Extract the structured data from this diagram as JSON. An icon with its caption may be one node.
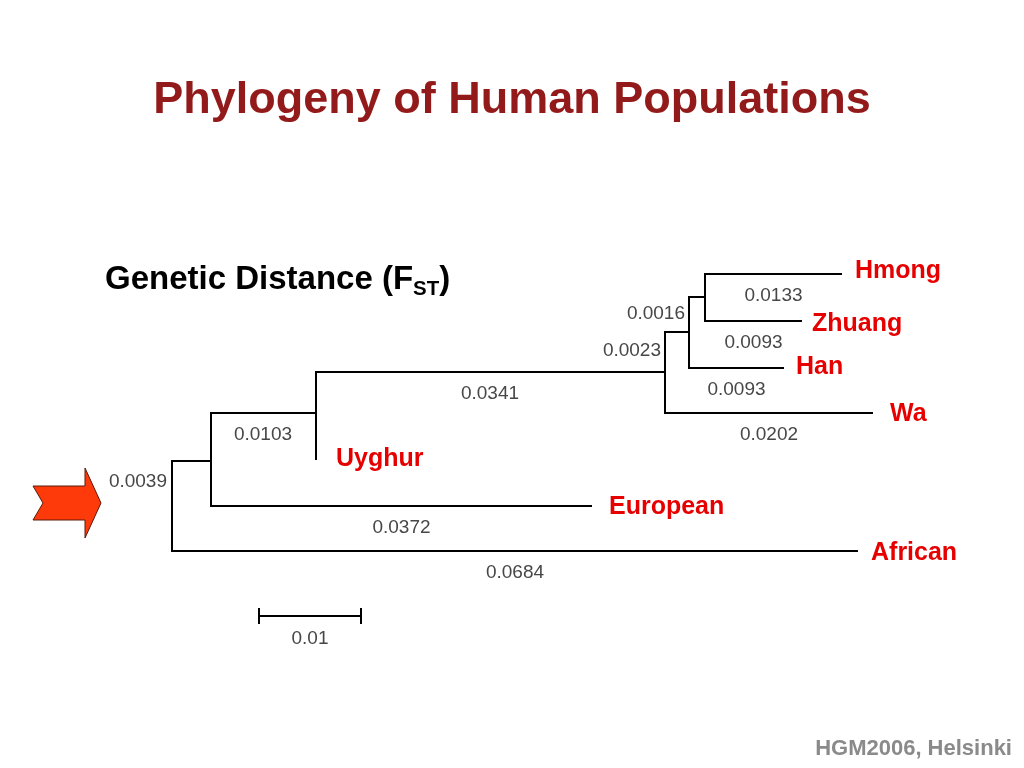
{
  "diagram": {
    "title": "Phylogeny of Human Populations",
    "nodes": [
      {
        "text": [
          "Hmong"
        ]
      },
      {
        "text": [
          "Zhuang"
        ]
      },
      {
        "text": [
          "Han"
        ]
      },
      {
        "text": [
          "Wa"
        ]
      },
      {
        "text": [
          "Uyghur"
        ]
      },
      {
        "text": [
          "European"
        ]
      },
      {
        "text": [
          "African"
        ]
      },
      {
        "text": [],
        "shape": "bar"
      },
      {
        "text": [],
        "shape": "bar"
      },
      {
        "text": [],
        "shape": "bar"
      },
      {
        "text": [],
        "shape": "bar"
      },
      {
        "text": [],
        "shape": "bar"
      },
      {
        "text": [],
        "shape": "bar"
      }
    ],
    "edges": [
      {
        "from": 7,
        "to": 0,
        "arrow": "none",
        "label": "0.0133"
      },
      {
        "from": 8,
        "to": 7,
        "arrow": "none",
        "label": "0.0016"
      },
      {
        "from": 7,
        "to": 1,
        "arrow": "none",
        "label": "0.0093"
      },
      {
        "from": 9,
        "to": 8,
        "arrow": "none",
        "label": "0.0023"
      },
      {
        "from": 8,
        "to": 2,
        "arrow": "none",
        "label": "0.0093"
      },
      {
        "from": 10,
        "to": 9,
        "arrow": "none",
        "label": "0.0341"
      },
      {
        "from": 9,
        "to": 3,
        "arrow": "none",
        "label": "0.0202"
      },
      {
        "from": 11,
        "to": 10,
        "arrow": "none",
        "label": "0.0103"
      },
      {
        "from": 10,
        "to": 4,
        "arrow": "none"
      },
      {
        "from": 12,
        "to": 11,
        "arrow": "none",
        "label": "0.0039"
      },
      {
        "from": 11,
        "to": 5,
        "arrow": "none",
        "label": "0.0372"
      },
      {
        "from": 12,
        "to": 6,
        "arrow": "none",
        "label": "0.0684"
      }
    ],
    "labels": [
      "Genetic Distance (F$_{ST}$)",
      "0.01",
      "HGM2006, Helsinki"
    ]
  }
}
